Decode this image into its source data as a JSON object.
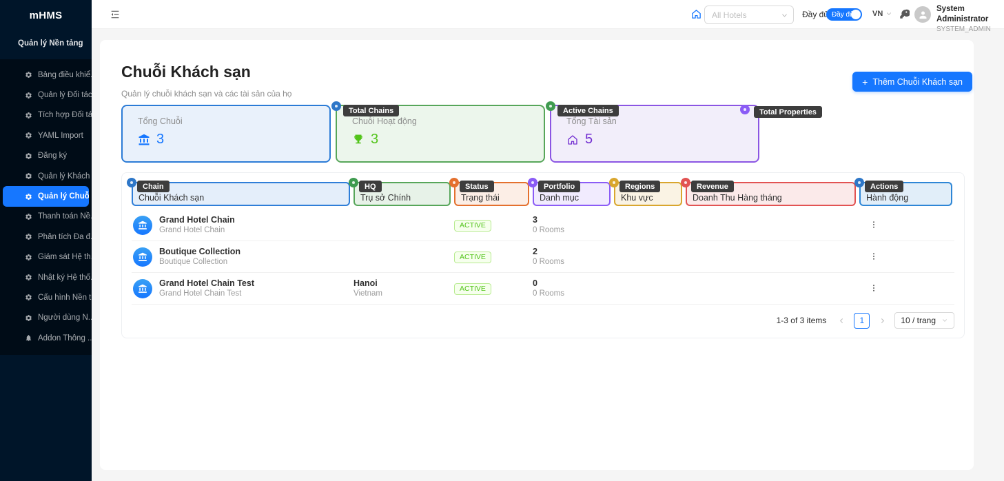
{
  "colors": {
    "primary": "#1677ff",
    "sidebar_bg": "#001529",
    "status_active_text": "#52c41a",
    "status_active_bg": "#f6ffed",
    "status_active_border": "#b7eb8f",
    "stat_blue": "#1677ff",
    "stat_green": "#52c41a",
    "stat_purple": "#722ed1",
    "annotation_badge_bg": "#3d3d3d"
  },
  "app": {
    "logo": "mHMS"
  },
  "sidebar": {
    "group": {
      "label": "Quản lý Nền tảng"
    },
    "items": [
      {
        "label": "Bảng điều khiể...",
        "icon": "gear-icon"
      },
      {
        "label": "Quản lý Đối tác",
        "icon": "gear-icon"
      },
      {
        "label": "Tích hợp Đối tác",
        "icon": "gear-icon"
      },
      {
        "label": "YAML Import",
        "icon": "gear-icon"
      },
      {
        "label": "Đăng ký",
        "icon": "gear-icon"
      },
      {
        "label": "Quản lý Khách ...",
        "icon": "gear-icon"
      },
      {
        "label": "Quản lý Chuỗi ...",
        "icon": "gear-icon",
        "active": true
      },
      {
        "label": "Thanh toán Nề...",
        "icon": "gear-icon"
      },
      {
        "label": "Phân tích Đa đ...",
        "icon": "gear-icon"
      },
      {
        "label": "Giám sát Hệ th...",
        "icon": "gear-icon"
      },
      {
        "label": "Nhật ký Hệ thố...",
        "icon": "gear-icon"
      },
      {
        "label": "Cấu hình Nền t...",
        "icon": "gear-icon"
      },
      {
        "label": "Người dùng N...",
        "icon": "gear-icon"
      },
      {
        "label": "Addon Thông ...",
        "icon": "bell-icon"
      }
    ]
  },
  "header": {
    "hotel_select": {
      "placeholder": "All Hotels"
    },
    "mode_label": "Đầy đủ",
    "toggle_text": "Đầy đủ",
    "language": "VN",
    "user": {
      "name": "System Administrator",
      "role": "SYSTEM_ADMIN"
    }
  },
  "page": {
    "title": "Chuỗi Khách sạn",
    "subtitle": "Quản lý chuỗi khách sạn và các tài sản của họ",
    "add_button_label": "Thêm Chuỗi Khách sạn",
    "add_button_plus": "+"
  },
  "stats": {
    "cards": [
      {
        "label": "Tổng Chuỗi",
        "value": "3",
        "icon": "bank-icon"
      },
      {
        "label": "Chuỗi Hoạt động",
        "value": "3",
        "icon": "trophy-icon",
        "annotation": "Total Chains"
      },
      {
        "label": "Tổng Tài sản",
        "value": "5",
        "icon": "home-icon",
        "annotation": "Active Chains"
      }
    ],
    "floating_annotation": "Total Properties"
  },
  "table": {
    "columns": [
      {
        "annotation": "Chain",
        "label": "Chuỗi Khách sạn"
      },
      {
        "annotation": "HQ",
        "label": "Trụ sở Chính"
      },
      {
        "annotation": "Status",
        "label": "Trạng thái"
      },
      {
        "annotation": "Portfolio",
        "label": "Danh mục"
      },
      {
        "annotation": "Regions",
        "label": "Khu vực"
      },
      {
        "annotation": "Revenue",
        "label": "Doanh Thu Hàng tháng"
      },
      {
        "annotation": "Actions",
        "label": "Hành động"
      }
    ],
    "rows": [
      {
        "name": "Grand Hotel Chain",
        "subtitle": "Grand Hotel Chain",
        "hq_city": "",
        "hq_country": "",
        "status": "ACTIVE",
        "portfolio_count": "3",
        "portfolio_rooms": "0 Rooms"
      },
      {
        "name": "Boutique Collection",
        "subtitle": "Boutique Collection",
        "hq_city": "",
        "hq_country": "",
        "status": "ACTIVE",
        "portfolio_count": "2",
        "portfolio_rooms": "0 Rooms"
      },
      {
        "name": "Grand Hotel Chain Test",
        "subtitle": "Grand Hotel Chain Test",
        "hq_city": "Hanoi",
        "hq_country": "Vietnam",
        "status": "ACTIVE",
        "portfolio_count": "0",
        "portfolio_rooms": "0 Rooms"
      }
    ],
    "pagination": {
      "summary": "1-3 of 3 items",
      "current_page": "1",
      "page_size": "10 / trang"
    }
  }
}
